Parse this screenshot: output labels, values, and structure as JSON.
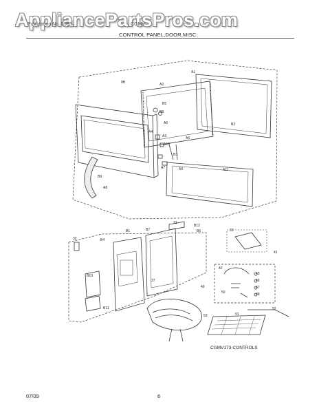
{
  "header": {
    "watermark": "AppliancePartsPros.com",
    "doc_left": "Publication No. 5995",
    "model_code": "CGMV",
    "section_title": "CONTROL PANEL,DOOR,MISC."
  },
  "diagram": {
    "figure_code": "CGMV173-CONTROLS",
    "callouts": [
      "0B",
      "A1",
      "A2",
      "B5",
      "B8",
      "A6",
      "A4",
      "A3",
      "A10",
      "A5",
      "B3",
      "A7",
      "A9",
      "B2",
      "A8",
      "B9",
      "A11",
      "B1",
      "B4",
      "32",
      "31",
      "B7",
      "B6",
      "37",
      "B10",
      "B11",
      "B12",
      "33",
      "41",
      "42",
      "45",
      "46",
      "47",
      "48",
      "49",
      "50",
      "51",
      "52",
      "53"
    ]
  },
  "footer": {
    "date": "07/09",
    "page": "6"
  }
}
